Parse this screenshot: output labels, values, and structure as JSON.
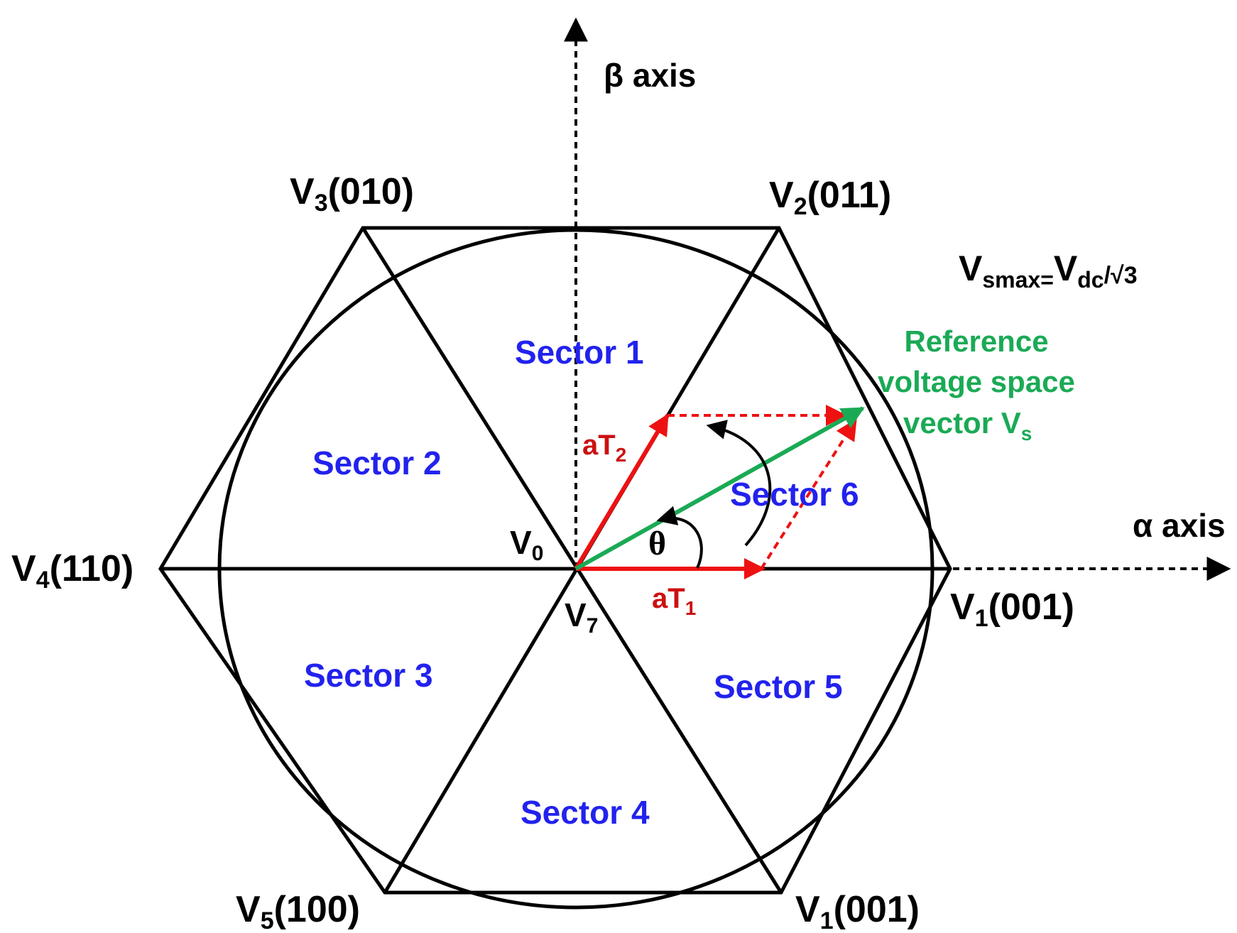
{
  "axes": {
    "beta_label": "β axis",
    "alpha_label": "α axis"
  },
  "vectors": {
    "v3": {
      "main": "V",
      "sub": "3",
      "code": "(010)"
    },
    "v2": {
      "main": "V",
      "sub": "2",
      "code": "(011)"
    },
    "v4": {
      "main": "V",
      "sub": "4",
      "code": "(110)"
    },
    "v1_right": {
      "main": "V",
      "sub": "1",
      "code": "(001)"
    },
    "v5": {
      "main": "V",
      "sub": "5",
      "code": "(100)"
    },
    "v1_bottom": {
      "main": "V",
      "sub": "1",
      "code": "(001)"
    },
    "v0": {
      "main": "V",
      "sub": "0"
    },
    "v7": {
      "main": "V",
      "sub": "7"
    }
  },
  "formula": {
    "v": "V",
    "sub_smax": "smax=",
    "vdc": "V",
    "sub_dc": "dc",
    "tail": "/√3"
  },
  "sectors": [
    "Sector 1",
    "Sector 2",
    "Sector 3",
    "Sector 4",
    "Sector 5",
    "Sector 6"
  ],
  "components": {
    "t1": {
      "main": "aT",
      "sub": "1"
    },
    "t2": {
      "main": "aT",
      "sub": "2"
    }
  },
  "reference": {
    "line1": "Reference",
    "line2": "voltage space",
    "line3_main": "vector V",
    "line3_sub": "s"
  },
  "angle_symbol": "θ",
  "colors": {
    "outline": "#000000",
    "sector_text": "#2222ee",
    "component": "#ee1111",
    "component_text": "#cc1111",
    "reference": "#1aaa55"
  }
}
